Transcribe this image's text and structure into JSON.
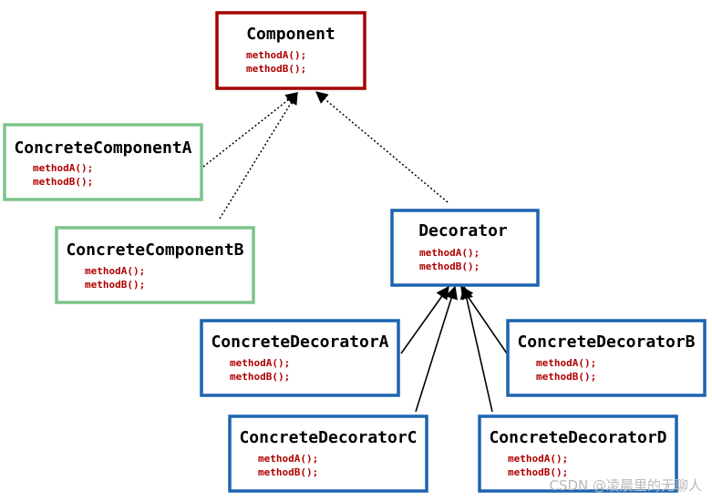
{
  "colors": {
    "root_border": "#a40000",
    "concrete_border": "#7cc48a",
    "decorator_border": "#1c64b0",
    "method_text": "#b00000",
    "edge": "#000000"
  },
  "nodes": [
    {
      "id": "component",
      "title": "Component",
      "methods": [
        "methodA();",
        "methodB();"
      ],
      "style": "root"
    },
    {
      "id": "concrete-component-a",
      "title": "ConcreteComponentA",
      "methods": [
        "methodA();",
        "methodB();"
      ],
      "style": "concrete"
    },
    {
      "id": "concrete-component-b",
      "title": "ConcreteComponentB",
      "methods": [
        "methodA();",
        "methodB();"
      ],
      "style": "concrete"
    },
    {
      "id": "decorator",
      "title": "Decorator",
      "methods": [
        "methodA();",
        "methodB();"
      ],
      "style": "decorator"
    },
    {
      "id": "concrete-decorator-a",
      "title": "ConcreteDecoratorA",
      "methods": [
        "methodA();",
        "methodB();"
      ],
      "style": "decorator"
    },
    {
      "id": "concrete-decorator-b",
      "title": "ConcreteDecoratorB",
      "methods": [
        "methodA();",
        "methodB();"
      ],
      "style": "decorator"
    },
    {
      "id": "concrete-decorator-c",
      "title": "ConcreteDecoratorC",
      "methods": [
        "methodA();",
        "methodB();"
      ],
      "style": "decorator"
    },
    {
      "id": "concrete-decorator-d",
      "title": "ConcreteDecoratorD",
      "methods": [
        "methodA();",
        "methodB();"
      ],
      "style": "decorator"
    }
  ],
  "edges": [
    {
      "from": "concrete-component-a",
      "to": "component",
      "line": "dotted"
    },
    {
      "from": "concrete-component-b",
      "to": "component",
      "line": "dotted"
    },
    {
      "from": "decorator",
      "to": "component",
      "line": "dotted"
    },
    {
      "from": "concrete-decorator-a",
      "to": "decorator",
      "line": "solid"
    },
    {
      "from": "concrete-decorator-c",
      "to": "decorator",
      "line": "solid"
    },
    {
      "from": "concrete-decorator-d",
      "to": "decorator",
      "line": "solid"
    },
    {
      "from": "concrete-decorator-b",
      "to": "decorator",
      "line": "solid"
    }
  ],
  "watermark": "CSDN @凌晨里的无聊人"
}
